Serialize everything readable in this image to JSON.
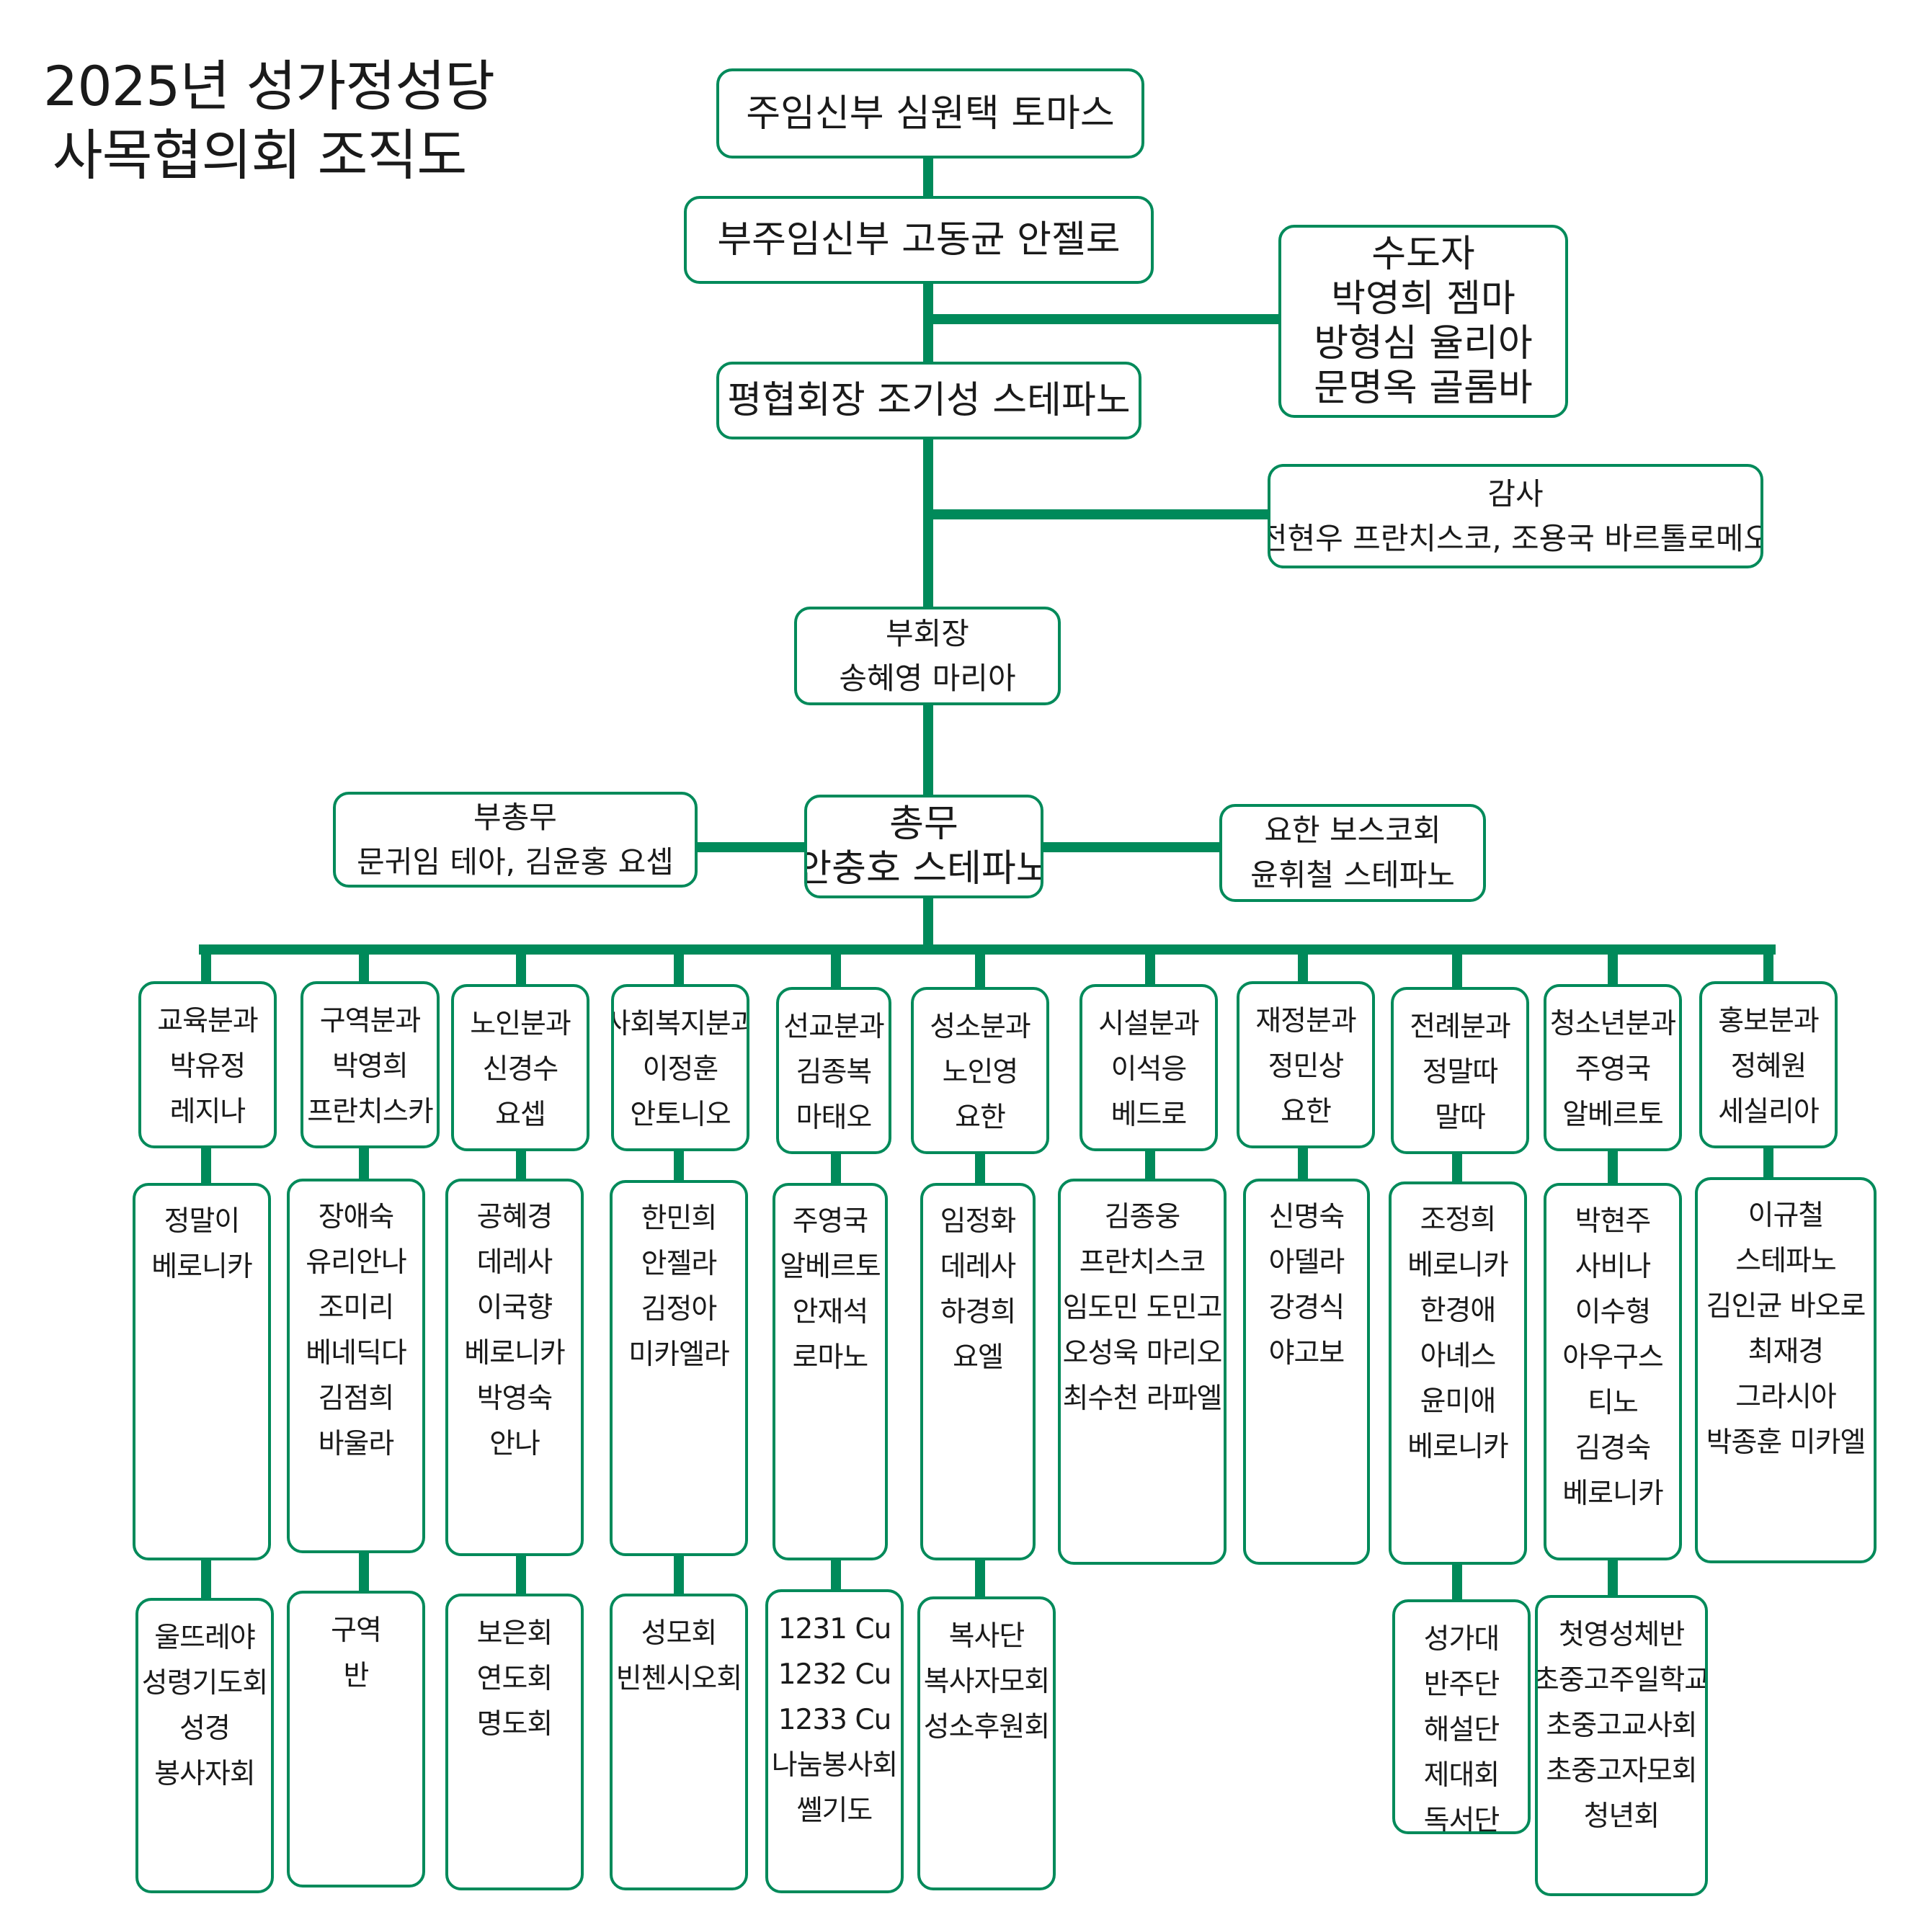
{
  "title": [
    "2025년 성가정성당",
    "사목협의회 조직도"
  ],
  "colors": {
    "line": "#008a5a",
    "text": "#1a1a1a"
  },
  "main": {
    "pastor": [
      "주임신부   심원택 토마스"
    ],
    "assistant": [
      "부주임신부   고동균 안젤로"
    ],
    "nuns": [
      "수도자",
      "박영희 젬마",
      "방형심 율리아",
      "문명옥 골롬바"
    ],
    "president": [
      "평협회장   조기성 스테파노"
    ],
    "auditor": [
      "감사",
      "전현우 프란치스코, 조용국 바르톨로메오"
    ],
    "vice_president": [
      "부회장",
      "송혜영 마리아"
    ],
    "vice_secretary": [
      "부총무",
      "문귀임 테아, 김윤홍 요셉"
    ],
    "secretary": [
      "총무",
      "안충호 스테파노"
    ],
    "bosco": [
      "요한 보스코회",
      "윤휘철 스테파노"
    ]
  },
  "departments": [
    {
      "head": [
        "교육분과",
        "박유정",
        "레지나"
      ],
      "members": [
        "정말이",
        "베로니카"
      ],
      "groups": [
        "울뜨레야",
        "성령기도회",
        "성경",
        "봉사자회"
      ]
    },
    {
      "head": [
        "구역분과",
        "박영희",
        "프란치스카"
      ],
      "members": [
        "장애숙",
        "유리안나",
        "조미리",
        "베네딕다",
        "김점희",
        "바울라"
      ],
      "groups": [
        "구역",
        "반"
      ]
    },
    {
      "head": [
        "노인분과",
        "신경수",
        "요셉"
      ],
      "members": [
        "공혜경",
        "데레사",
        "이국향",
        "베로니카",
        "박영숙",
        "안나"
      ],
      "groups": [
        "보은회",
        "연도회",
        "명도회"
      ]
    },
    {
      "head": [
        "사회복지분과",
        "이정훈",
        "안토니오"
      ],
      "members": [
        "한민희",
        "안젤라",
        "김정아",
        "미카엘라"
      ],
      "groups": [
        "성모회",
        "빈첸시오회"
      ]
    },
    {
      "head": [
        "선교분과",
        "김종복",
        "마태오"
      ],
      "members": [
        "주영국",
        "알베르토",
        "안재석",
        "로마노"
      ],
      "groups": [
        "1231 Cu",
        "1232 Cu",
        "1233 Cu",
        "나눔봉사회",
        "쎌기도"
      ]
    },
    {
      "head": [
        "성소분과",
        "노인영",
        "요한"
      ],
      "members": [
        "임정화",
        "데레사",
        "하경희",
        "요엘"
      ],
      "groups": [
        "복사단",
        "복사자모회",
        "성소후원회"
      ]
    },
    {
      "head": [
        "시설분과",
        "이석응",
        "베드로"
      ],
      "members": [
        "김종웅",
        "프란치스코",
        "임도민 도민고",
        "오성욱 마리오",
        "최수천 라파엘"
      ],
      "groups": []
    },
    {
      "head": [
        "재정분과",
        "정민상",
        "요한"
      ],
      "members": [
        "신명숙",
        "아델라",
        "강경식",
        "야고보"
      ],
      "groups": []
    },
    {
      "head": [
        "전례분과",
        "정말따",
        "말따"
      ],
      "members": [
        "조정희",
        "베로니카",
        "한경애",
        "아녜스",
        "윤미애",
        "베로니카"
      ],
      "groups": [
        "성가대",
        "반주단",
        "해설단",
        "제대회",
        "독서단"
      ]
    },
    {
      "head": [
        "청소년분과",
        "주영국",
        "알베르토"
      ],
      "members": [
        "박현주",
        "사비나",
        "이수형",
        "아우구스",
        "티노",
        "김경숙",
        "베로니카"
      ],
      "groups": [
        "첫영성체반",
        "초중고주일학교",
        "초중고교사회",
        "초중고자모회",
        "청년회"
      ]
    },
    {
      "head": [
        "홍보분과",
        "정혜원",
        "세실리아"
      ],
      "members": [
        "이규철",
        "스테파노",
        "김인균 바오로",
        "최재경",
        "그라시아",
        "박종훈 미카엘"
      ],
      "groups": []
    }
  ]
}
